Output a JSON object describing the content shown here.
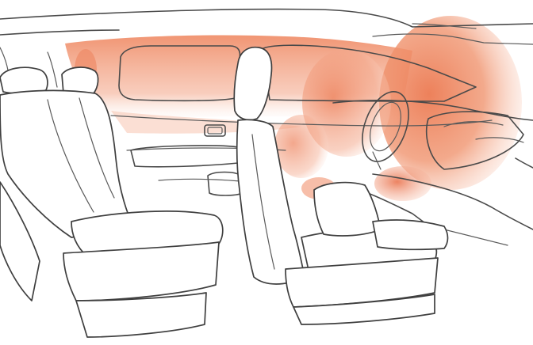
{
  "scene": {
    "subject": "car-interior-airbag-illustration",
    "colors": {
      "line": "#4a4a4a",
      "background": "#ffffff",
      "airbag": "#ef8a66",
      "airbag_light": "#f8c7b3"
    },
    "airbags": [
      "curtain-airbag",
      "driver-front-airbag",
      "passenger-front-airbag",
      "knee-airbag",
      "front-side-airbag",
      "rear-side-airbag"
    ]
  }
}
